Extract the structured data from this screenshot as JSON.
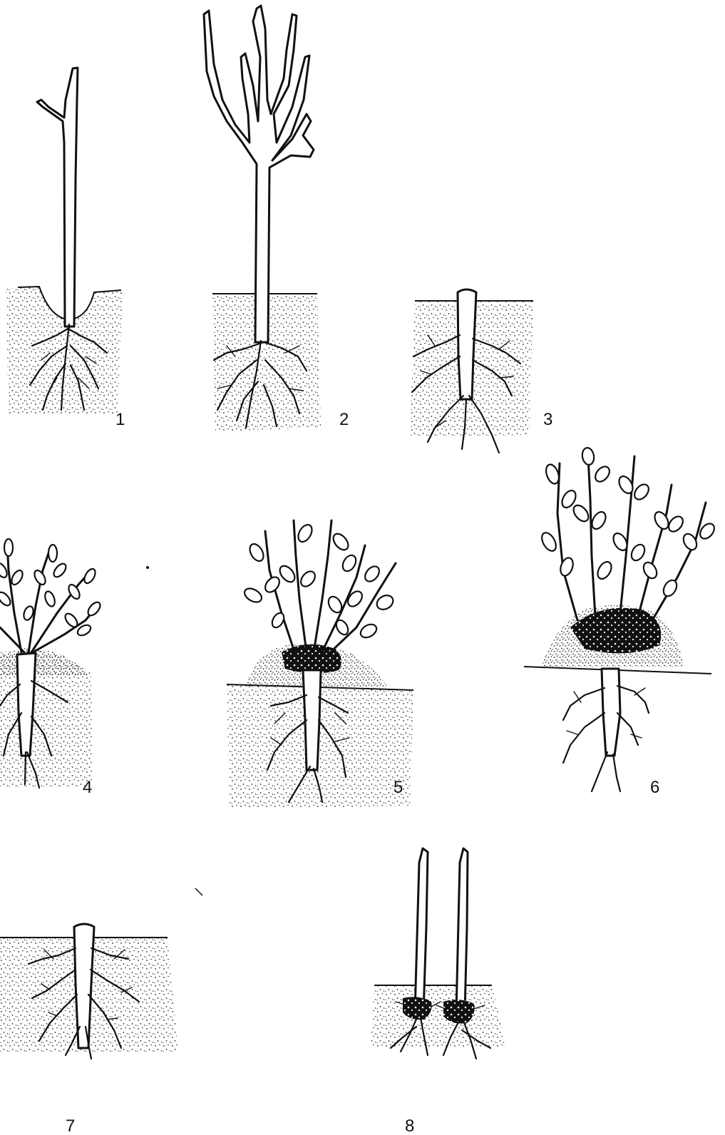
{
  "figure": {
    "panels": [
      {
        "id": "1",
        "label": "1"
      },
      {
        "id": "2",
        "label": "2"
      },
      {
        "id": "3",
        "label": "3"
      },
      {
        "id": "4",
        "label": "4"
      },
      {
        "id": "5",
        "label": "5"
      },
      {
        "id": "6",
        "label": "6"
      },
      {
        "id": "7",
        "label": "7"
      },
      {
        "id": "8",
        "label": "8"
      }
    ]
  }
}
